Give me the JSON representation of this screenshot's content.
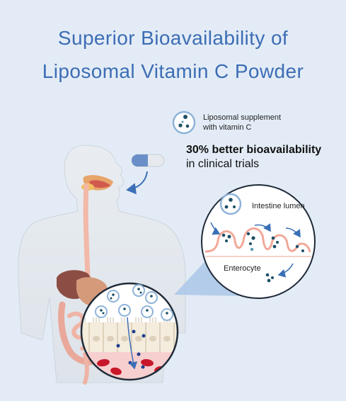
{
  "title": {
    "line1": "Superior Bioavailability of",
    "line2": "Liposomal Vitamin C Powder"
  },
  "legend": {
    "line1": "Liposomal supplement",
    "line2": "with vitamin C",
    "icon": "liposome-icon"
  },
  "stat": {
    "bold": "30% better bioavailability",
    "rest": "in clinical trials"
  },
  "inset": {
    "lumen_label": "Intestine lumen",
    "enterocyte_label": "Enterocyte"
  },
  "colors": {
    "title": "#3d6db5",
    "background": "#e3ecf6",
    "liposome_core": "#1d4f66",
    "esophagus": "#f2b8a8",
    "blood_cell": "#c8172a",
    "arrow": "#3b6fb6"
  }
}
